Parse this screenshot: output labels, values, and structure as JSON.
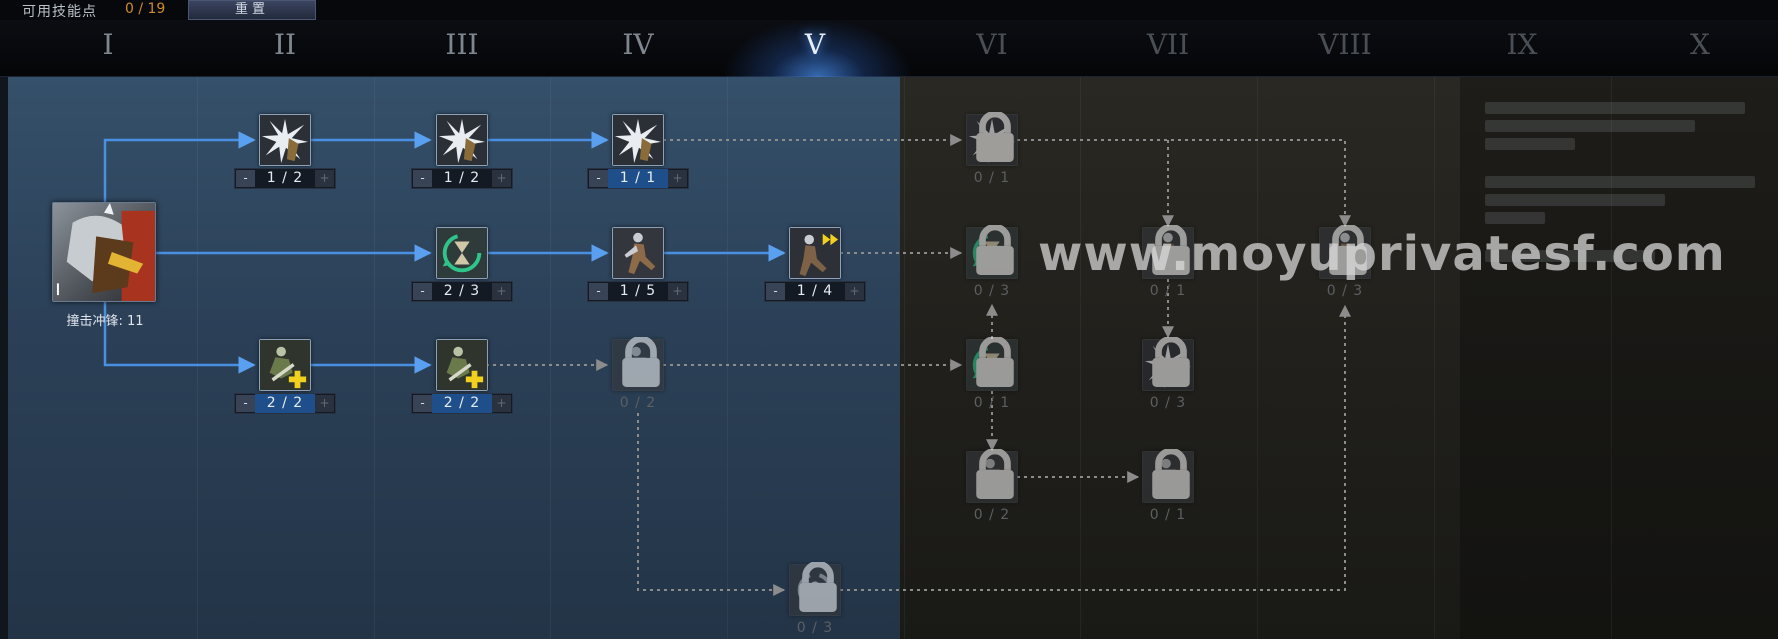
{
  "header": {
    "skill_points_label": "可用技能点",
    "skill_points_value": "0 / 19",
    "reset_label": "重置"
  },
  "tiers": [
    "I",
    "II",
    "III",
    "IV",
    "V",
    "VI",
    "VII",
    "VIII",
    "IX",
    "X"
  ],
  "current_tier": "V",
  "root_skill": {
    "label": "撞击冲锋: 11",
    "icon": "charging-warrior-icon"
  },
  "counter_controls": {
    "minus": "-",
    "plus": "+"
  },
  "skills": [
    {
      "id": "t2-r1",
      "tier": "II",
      "row": 1,
      "level": 1,
      "max": 2,
      "value": "1 / 2",
      "state": "active",
      "icon": "burst-blade-icon"
    },
    {
      "id": "t3-r1",
      "tier": "III",
      "row": 1,
      "level": 1,
      "max": 2,
      "value": "1 / 2",
      "state": "active",
      "icon": "burst-blade-icon"
    },
    {
      "id": "t4-r1",
      "tier": "IV",
      "row": 1,
      "level": 1,
      "max": 1,
      "value": "1 / 1",
      "state": "active",
      "icon": "burst-blade-icon"
    },
    {
      "id": "t3-r2",
      "tier": "III",
      "row": 2,
      "level": 2,
      "max": 3,
      "value": "2 / 3",
      "state": "active",
      "icon": "cooldown-hourglass-icon"
    },
    {
      "id": "t4-r2",
      "tier": "IV",
      "row": 2,
      "level": 1,
      "max": 5,
      "value": "1 / 5",
      "state": "active",
      "icon": "running-warrior-icon"
    },
    {
      "id": "t5-r2",
      "tier": "V",
      "row": 2,
      "level": 1,
      "max": 4,
      "value": "1 / 4",
      "state": "active",
      "icon": "dash-arrows-icon"
    },
    {
      "id": "t2-r3",
      "tier": "II",
      "row": 3,
      "level": 2,
      "max": 2,
      "value": "2 / 2",
      "state": "active",
      "icon": "heal-plus-icon"
    },
    {
      "id": "t3-r3",
      "tier": "III",
      "row": 3,
      "level": 2,
      "max": 2,
      "value": "2 / 2",
      "state": "active",
      "icon": "heal-plus-icon"
    },
    {
      "id": "t4-r3",
      "tier": "IV",
      "row": 3,
      "level": 0,
      "max": 2,
      "value": "0 / 2",
      "state": "locked",
      "icon": "shield-warrior-icon"
    },
    {
      "id": "t6-r1",
      "tier": "VI",
      "row": 1,
      "level": 0,
      "max": 1,
      "value": "0 / 1",
      "state": "locked",
      "icon": "burst-blade-icon"
    },
    {
      "id": "t6-r2",
      "tier": "VI",
      "row": 2,
      "level": 0,
      "max": 3,
      "value": "0 / 3",
      "state": "locked",
      "icon": "cooldown-hourglass-icon"
    },
    {
      "id": "t7-r2",
      "tier": "VII",
      "row": 2,
      "level": 0,
      "max": 1,
      "value": "0 / 1",
      "state": "locked",
      "icon": "running-warrior-icon"
    },
    {
      "id": "t8-r2",
      "tier": "VIII",
      "row": 2,
      "level": 0,
      "max": 3,
      "value": "0 / 3",
      "state": "locked",
      "icon": "running-warrior-icon"
    },
    {
      "id": "t6-r3",
      "tier": "VI",
      "row": 3,
      "level": 0,
      "max": 1,
      "value": "0 / 1",
      "state": "locked",
      "icon": "cooldown-hourglass-icon"
    },
    {
      "id": "t7-r3",
      "tier": "VII",
      "row": 3,
      "level": 0,
      "max": 3,
      "value": "0 / 3",
      "state": "locked",
      "icon": "burst-blade-icon"
    },
    {
      "id": "t6-r4",
      "tier": "VI",
      "row": 4,
      "level": 0,
      "max": 2,
      "value": "0 / 2",
      "state": "locked",
      "icon": "shield-warrior-icon"
    },
    {
      "id": "t7-r4",
      "tier": "VII",
      "row": 4,
      "level": 0,
      "max": 1,
      "value": "0 / 1",
      "state": "locked",
      "icon": "shield-warrior-icon"
    },
    {
      "id": "t5-r5",
      "tier": "V",
      "row": 5,
      "level": 0,
      "max": 3,
      "value": "0 / 3",
      "state": "locked",
      "icon": "spin-slash-icon"
    }
  ],
  "watermark": "www.moyuprivatesf.com",
  "colors": {
    "active_link": "#4a90e2",
    "locked_link": "#8a8a8a",
    "skill_points_accent": "#d08a2e",
    "tier_glow": "#4f9bff"
  }
}
